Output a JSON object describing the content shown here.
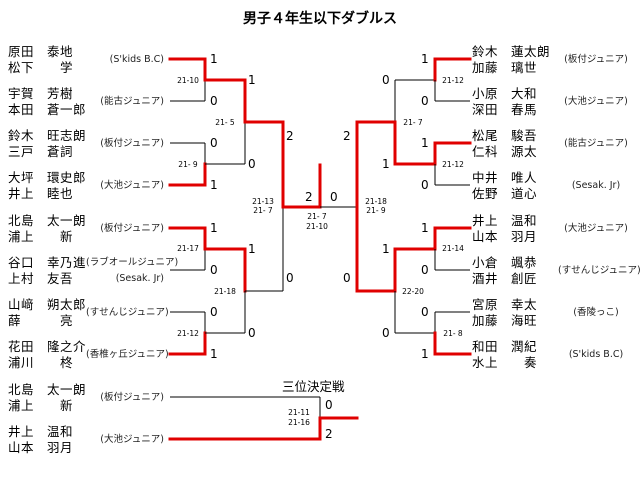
{
  "title": "男子４年生以下ダブルス",
  "third_place_title": "三位決定戦",
  "left_pairs": [
    {
      "p1": "原田　泰地",
      "p2": "松下　　学",
      "club": "(S'kids B.C)"
    },
    {
      "p1": "宇賀　芳樹",
      "p2": "本田　蒼一郎",
      "club": "(能古ジュニア)"
    },
    {
      "p1": "鈴木　旺志朗",
      "p2": "三戸　蒼詞",
      "club": "(板付ジュニア)"
    },
    {
      "p1": "大坪　環史郎",
      "p2": "井上　睦也",
      "club": "(大池ジュニア)"
    },
    {
      "p1": "北島　太一朗",
      "p2": "浦上　　新",
      "club": "(板付ジュニア)"
    },
    {
      "p1": "谷口　幸乃進",
      "p2": "上村　友吾",
      "club": "(ラブオールジュニア)",
      "club2": "(Sesak. Jr)"
    },
    {
      "p1": "山﨑　朔太郎",
      "p2": "薛　　　亮",
      "club": "(すせんじジュニア)"
    },
    {
      "p1": "花田　隆之介",
      "p2": "浦川　　柊",
      "club": "(香椎ヶ丘ジュニア)"
    }
  ],
  "right_pairs": [
    {
      "p1": "鈴木　蓮太朗",
      "p2": "加藤　璃世",
      "club": "(板付ジュニア)"
    },
    {
      "p1": "小原　大和",
      "p2": "深田　春馬",
      "club": "(大池ジュニア)"
    },
    {
      "p1": "松尾　駿吾",
      "p2": "仁科　源太",
      "club": "(能古ジュニア)"
    },
    {
      "p1": "中井　唯人",
      "p2": "佐野　道心",
      "club": "(Sesak. Jr)"
    },
    {
      "p1": "井上　温和",
      "p2": "山本　羽月",
      "club": "(大池ジュニア)"
    },
    {
      "p1": "小倉　颯恭",
      "p2": "酒井　創匠",
      "club": "(すせんじジュニア)"
    },
    {
      "p1": "宮原　幸太",
      "p2": "加藤　海旺",
      "club": "(香陵っこ)"
    },
    {
      "p1": "和田　潤紀",
      "p2": "水上　　奏",
      "club": "(S'kids B.C)"
    }
  ],
  "third_pairs": [
    {
      "p1": "北島　太一朗",
      "p2": "浦上　　新",
      "club": "(板付ジュニア)"
    },
    {
      "p1": "井上　温和",
      "p2": "山本　羽月",
      "club": "(大池ジュニア)"
    }
  ],
  "left_r1": [
    {
      "top": "1",
      "bot": "0",
      "score": "21-10"
    },
    {
      "top": "0",
      "bot": "1",
      "score": "21- 9"
    },
    {
      "top": "1",
      "bot": "0",
      "score": "21-17"
    },
    {
      "top": "0",
      "bot": "1",
      "score": "21-12"
    }
  ],
  "left_r2": [
    {
      "top": "1",
      "bot": "0",
      "score": "21- 5"
    },
    {
      "top": "1",
      "bot": "0",
      "score": "21-18"
    }
  ],
  "left_sf": {
    "top": "2",
    "bot": "0",
    "score1": "21-13",
    "score2": "21- 7"
  },
  "right_r1": [
    {
      "top": "1",
      "bot": "0",
      "score": "21-12"
    },
    {
      "top": "1",
      "bot": "0",
      "score": "21-12"
    },
    {
      "top": "1",
      "bot": "0",
      "score": "21-14"
    },
    {
      "top": "0",
      "bot": "1",
      "score": "21- 8"
    }
  ],
  "right_r2": [
    {
      "top": "0",
      "bot": "1",
      "score": "21- 7"
    },
    {
      "top": "1",
      "bot": "0",
      "score": "22-20"
    }
  ],
  "right_sf": {
    "top": "2",
    "bot": "0",
    "score1": "21-18",
    "score2": "21- 9"
  },
  "final": {
    "left": "2",
    "right": "0",
    "score1": "21- 7",
    "score2": "21-10"
  },
  "third": {
    "top": "0",
    "bot": "2",
    "score1": "21-11",
    "score2": "21-16"
  }
}
